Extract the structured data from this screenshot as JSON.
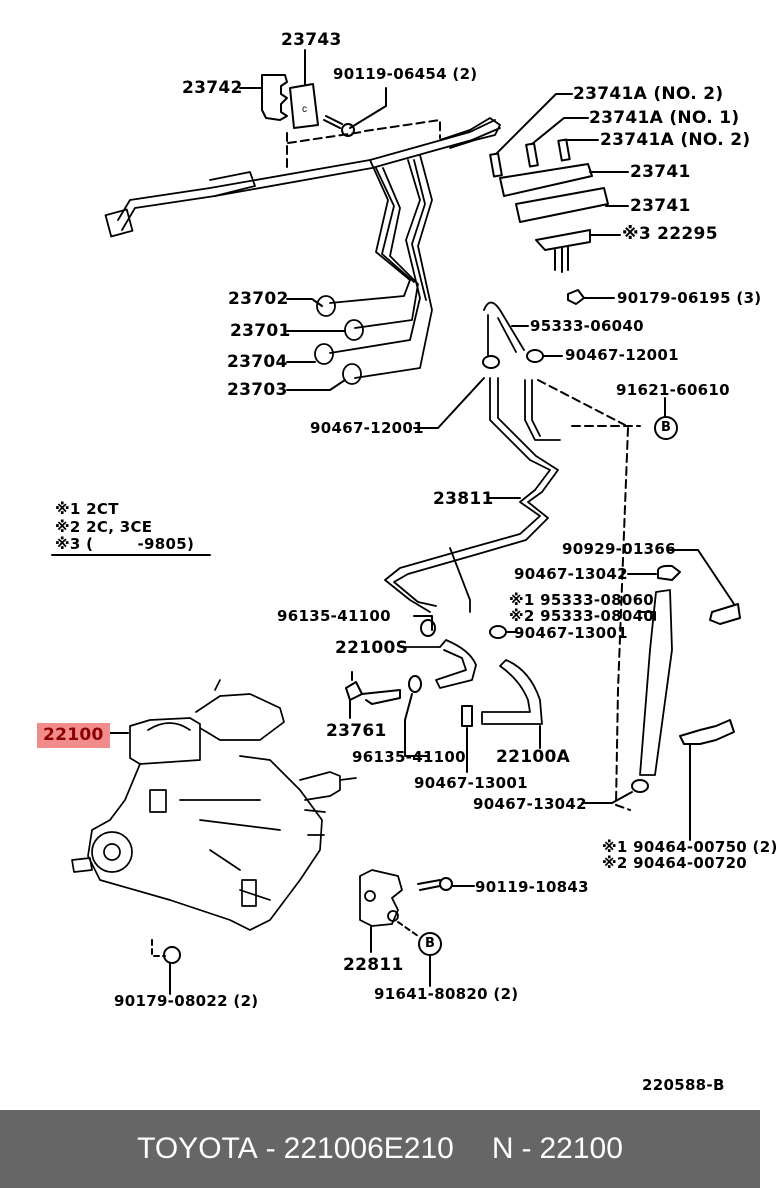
{
  "diagram": {
    "brand": "TOYOTA",
    "drawing_code": "220588-B",
    "notes": [
      {
        "mark": "※1",
        "text": "2CT"
      },
      {
        "mark": "※2",
        "text": "2C, 3CE"
      },
      {
        "mark": "※3",
        "text": "(        -9805)"
      }
    ],
    "parts": {
      "p23743": "23743",
      "p23742": "23742",
      "p90119_06454": "90119-06454 (2)",
      "p23741A_no2_a": "23741A (NO. 2)",
      "p23741A_no1": "23741A (NO. 1)",
      "p23741A_no2_b": "23741A (NO. 2)",
      "p23741_a": "23741",
      "p23741_b": "23741",
      "p22295": "※3 22295",
      "p90179_06195": "90179-06195 (3)",
      "p95333_06040": "95333-06040",
      "p90467_12001_a": "90467-12001",
      "p91621_60610": "91621-60610",
      "p23702": "23702",
      "p23701": "23701",
      "p23704": "23704",
      "p23703": "23703",
      "p90467_12001_b": "90467-12001",
      "p23811": "23811",
      "p90929_01366": "90929-01366",
      "p90467_13042_a": "90467-13042",
      "p95333_08060": "※1 95333-08060",
      "p95333_08040": "※2 95333-08040",
      "p90467_13001_a": "90467-13001",
      "p96135_41100_a": "96135-41100",
      "p22100S": "22100S",
      "p22100": "22100",
      "p23761": "23761",
      "p96135_41100_b": "96135-41100",
      "p22100A": "22100A",
      "p90467_13001_b": "90467-13001",
      "p90467_13042_b": "90467-13042",
      "p90464_00750": "※1 90464-00750 (2)",
      "p90464_00720": "※2 90464-00720",
      "p90119_10843": "90119-10843",
      "p22811": "22811",
      "p91641_80820": "91641-80820 (2)",
      "p90179_08022": "90179-08022 (2)"
    },
    "callout_marker": "B",
    "highlight_color": "#f28c8c"
  },
  "footer": {
    "brand": "TOYOTA",
    "separator": "-",
    "part_number": "221006E210",
    "ref_prefix": "N",
    "ref_number": "22100",
    "background": "#666666"
  }
}
